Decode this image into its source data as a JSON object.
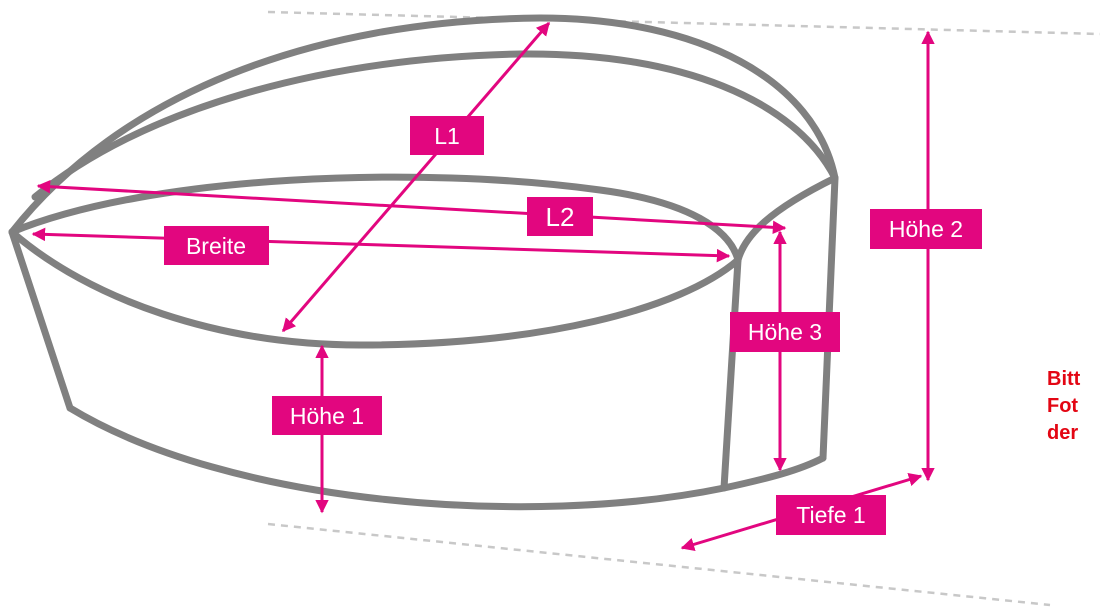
{
  "diagram": {
    "labels": {
      "l1": "L1",
      "l2": "L2",
      "breite": "Breite",
      "hoehe1": "Höhe 1",
      "hoehe2": "Höhe 2",
      "hoehe3": "Höhe 3",
      "tiefe1": "Tiefe 1"
    },
    "note_lines": [
      "Bitt",
      "Fot",
      "der"
    ],
    "colors": {
      "outline": "#808080",
      "measure": "#e2067f",
      "label_bg": "#e2067f",
      "label_text": "#ffffff",
      "guide": "#c8c8c8",
      "note": "#e30613"
    }
  }
}
